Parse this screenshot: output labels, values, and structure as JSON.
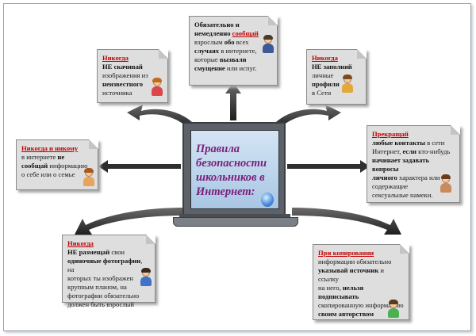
{
  "title": "Правила безопасности школьников в Интернет:",
  "notes": {
    "top_left": {
      "p1": "Никогда",
      "p2": "НЕ скачивай",
      "p3": "изображения из",
      "p4": "неизвестного",
      "p5": "источника"
    },
    "top_center": {
      "p1": "Обязательно и",
      "p2": "немедленно",
      "p3": "сообщай",
      "p4": "взрослым",
      "p5": "обо",
      "p6": "всех",
      "p7": "случаях",
      "p8": "в интернете,",
      "p9": "которые",
      "p10": "вызвали",
      "p11": "смущение",
      "p12": "или испуг."
    },
    "top_right": {
      "p1": "Никогда",
      "p2": "НЕ заполняй",
      "p3": "личные",
      "p4": "профили",
      "p5": "в Сети"
    },
    "mid_left": {
      "p1": "Никогда и никому",
      "p2": "в интернете",
      "p3": "не",
      "p4": "сообщай",
      "p5": "информацию",
      "p6": "о себе или о семье"
    },
    "mid_right": {
      "p1": "Прекращай",
      "p2": "любые контакты",
      "p3": "в сети",
      "p4": "Интернет,",
      "p5": "если",
      "p6": "кто-нибудь",
      "p7": "начинает задавать вопросы",
      "p8": "личного",
      "p9": "характера или",
      "p10": "содержащие",
      "p11": "сексуальные намеки."
    },
    "bottom_left": {
      "p1": "Никогда",
      "p2": "НЕ размещай",
      "p3": "свои",
      "p4": "одиночные фотографии",
      "p5": ", на",
      "p6": "которых ты изображен",
      "p7": "крупным планом, на",
      "p8": "фотографии обязательно",
      "p9": "должен быть взрослый"
    },
    "bottom_right": {
      "p1": "При копировании",
      "p2": "информации обязательно",
      "p3": "указывай источник",
      "p4": "и ссылку",
      "p5": "на него,",
      "p6": "нельзя подписывать",
      "p7": "скопированную информацию",
      "p8": "своим авторством"
    }
  },
  "colors": {
    "accent_red": "#c00000",
    "title_purple": "#7a1f7a",
    "arrow_dark": "#2e2e2e"
  }
}
